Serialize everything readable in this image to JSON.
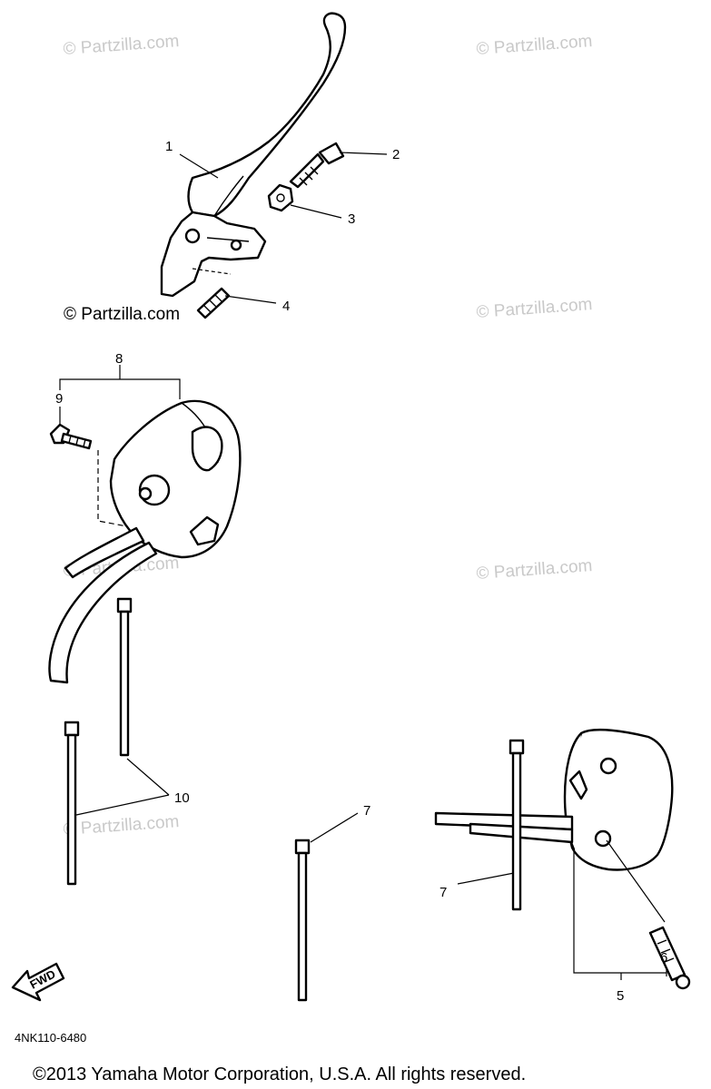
{
  "watermarks": [
    "© Partzilla.com",
    "© Partzilla.com",
    "© Partzilla.com",
    "© Partzilla.com",
    "© Partzilla.com",
    "© Partzilla.com",
    "© Partzilla.com"
  ],
  "callouts": [
    "1",
    "2",
    "3",
    "4",
    "5",
    "6",
    "7",
    "7",
    "8",
    "9",
    "10"
  ],
  "fwd_label": "FWD",
  "diagram_code": "4NK110-6480",
  "copyright": "©2013  Yamaha Motor Corporation, U.S.A. All rights reserved."
}
